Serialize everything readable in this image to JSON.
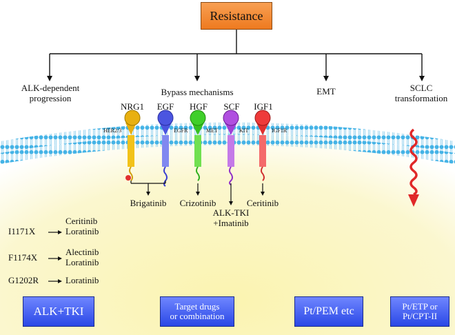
{
  "title": "Resistance",
  "branches": {
    "alk": "ALK-dependent\nprogression",
    "bypass": "Bypass mechanisms",
    "emt": "EMT",
    "sclc": "SCLC\ntransformation"
  },
  "ligands": [
    "NRG1",
    "EGF",
    "HGF",
    "SCF",
    "IGF1"
  ],
  "receptors": [
    "HER2/3",
    "EGFR",
    "MET",
    "KIT",
    "IGF1R"
  ],
  "drugs": {
    "brigatinib": "Brigatinib",
    "crizotinib": "Crizotinib",
    "alk_tki": "ALK-TKI\n+Imatinib",
    "ceritinib": "Ceritinib"
  },
  "mutations": [
    {
      "name": "I1171X",
      "drugs": "Ceritinib\nLoratinib"
    },
    {
      "name": "F1174X",
      "drugs": "Alectinib\nLoratinib"
    },
    {
      "name": "G1202R",
      "drugs": "Loratinib"
    }
  ],
  "bottom_boxes": [
    "ALK+TKI",
    "Target drugs\nor combination",
    "Pt/PEM etc",
    "Pt/ETP or\nPt/CPT-II"
  ],
  "colors": {
    "title_box": "#f08a30",
    "bottom_box": "#3a55f0",
    "membrane": "#4fb8e8",
    "background": "#fbf7c8",
    "nrg1": "#f2c21a",
    "egf": "#5b63f0",
    "hgf": "#3fcf2a",
    "scf": "#b04fe0",
    "igf1": "#ee3a3a",
    "wave": "#e02828"
  }
}
